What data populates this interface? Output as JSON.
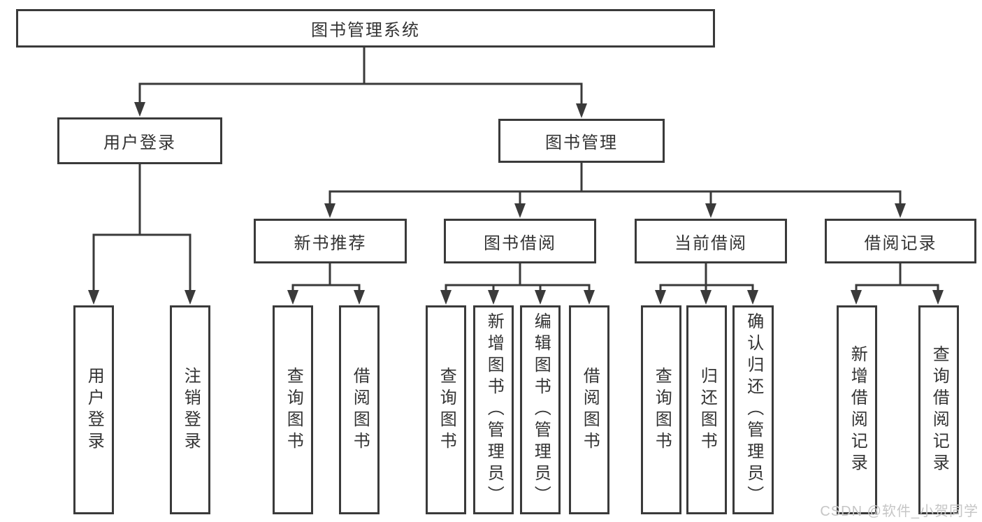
{
  "nodes": {
    "root": "图书管理系统",
    "user_login": "用户登录",
    "book_mgmt": "图书管理",
    "new_book_rec": "新书推荐",
    "book_borrow": "图书借阅",
    "current_borrow": "当前借阅",
    "borrow_record": "借阅记录",
    "leaf_user_login": "用户登录",
    "leaf_logout": "注销登录",
    "leaf_query_book_1": "查询图书",
    "leaf_borrow_book_1": "借阅图书",
    "leaf_query_book_2": "查询图书",
    "leaf_add_book": "新增图书（管理员）",
    "leaf_edit_book": "编辑图书（管理员）",
    "leaf_borrow_book_2": "借阅图书",
    "leaf_query_book_3": "查询图书",
    "leaf_return_book": "归还图书",
    "leaf_confirm_return": "确认归还（管理员）",
    "leaf_add_borrow_record": "新增借阅记录",
    "leaf_query_borrow_record": "查询借阅记录"
  },
  "watermark": "CSDN @软件_小贺同学",
  "colors": {
    "line": "#3a3a3a",
    "text": "#333333",
    "watermark": "#c6c6c6",
    "background": "#ffffff"
  }
}
